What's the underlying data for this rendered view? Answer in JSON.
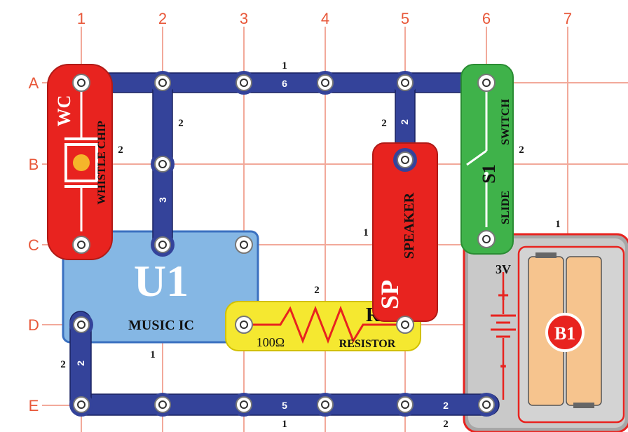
{
  "grid": {
    "columns": [
      "1",
      "2",
      "3",
      "4",
      "5",
      "6",
      "7"
    ],
    "rows": [
      "A",
      "B",
      "C",
      "D",
      "E"
    ]
  },
  "wires": {
    "a_top_num": "1",
    "a_label": "6",
    "col2_side": "2",
    "col2_label": "3",
    "sp_wire_side": "2",
    "sp_wire_label": "2",
    "d_left_side": "2",
    "d_left_label": "2",
    "e_label": "5",
    "e_below": "1",
    "e_right_label": "2",
    "e_right_below": "2"
  },
  "components": {
    "whistle_code": "WC",
    "whistle_name": "WHISTLE CHIP",
    "whistle_level": "2",
    "music_code": "U1",
    "music_name": "MUSIC IC",
    "music_level": "1",
    "resistor_code": "R",
    "resistor_value": "100Ω",
    "resistor_name": "RESISTOR",
    "resistor_level": "2",
    "speaker_code": "SP",
    "speaker_name": "SPEAKER",
    "speaker_level": "1",
    "switch_code": "S1",
    "switch_name": "SWITCH",
    "switch_prefix": "SLIDE",
    "switch_level": "2",
    "battery_code": "B1",
    "battery_voltage": "3V",
    "battery_plus": "+",
    "battery_minus": "-",
    "battery_level": "1"
  },
  "colors": {
    "wire": "#34439a",
    "whistle": "#e8231f",
    "music": "#85b7e4",
    "resistor": "#f5e830",
    "speaker": "#e8231f",
    "switch": "#3fb24a",
    "battery": "#a7a7a7"
  }
}
